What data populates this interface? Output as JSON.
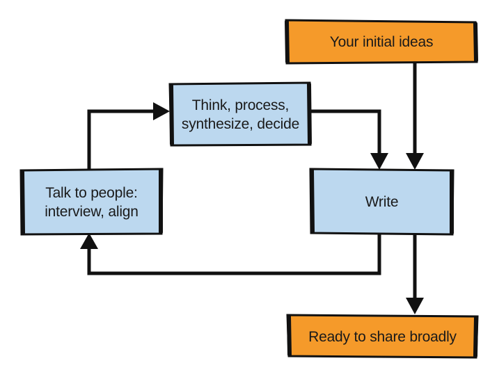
{
  "colors": {
    "orange_fill": "#f59a2a",
    "blue_fill": "#bcd8ef",
    "stroke": "#111111"
  },
  "nodes": {
    "initial_ideas": {
      "label": "Your initial ideas"
    },
    "think": {
      "label": "Think, process,\nsynthesize, decide"
    },
    "talk": {
      "label": "Talk to people:\ninterview, align"
    },
    "write": {
      "label": "Write"
    },
    "ready": {
      "label": "Ready to share broadly"
    }
  }
}
